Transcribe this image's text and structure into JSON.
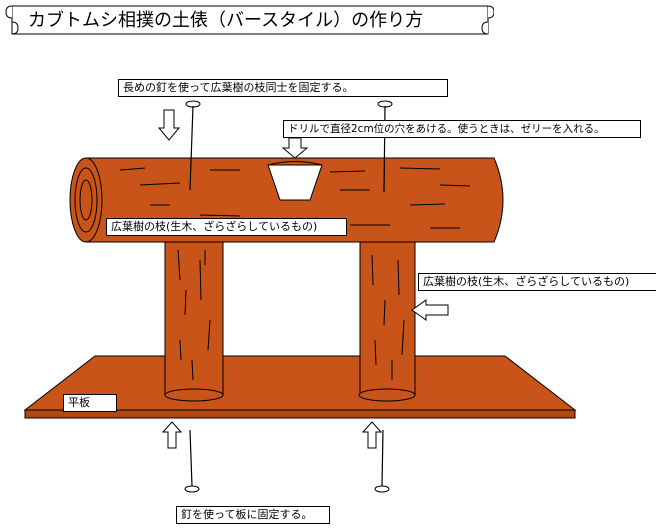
{
  "title": "カブトムシ相撲の土俵（バースタイル）の作り方",
  "labels": {
    "long_nail": "長めの釘を使って広葉樹の枝同士を固定する。",
    "drill_hole": "ドリルで直径2cm位の穴をあける。使うときは、ゼリーを入れる。",
    "branch_top": "広葉樹の枝(生木、ざらざらしているもの)",
    "branch_right": "広葉樹の枝(生木、ざらざらしているもの)",
    "board": "平板",
    "nail_board": "釘を使って板に固定する。"
  },
  "colors": {
    "wood": "#c8541a",
    "wood_line": "#000000",
    "board": "#c8541a",
    "cup": "#ffffff"
  }
}
